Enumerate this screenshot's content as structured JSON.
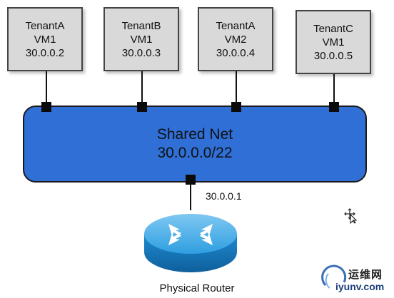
{
  "vms": [
    {
      "tenant": "TenantA",
      "vm": "VM1",
      "ip": "30.0.0.2"
    },
    {
      "tenant": "TenantB",
      "vm": "VM1",
      "ip": "30.0.0.3"
    },
    {
      "tenant": "TenantA",
      "vm": "VM2",
      "ip": "30.0.0.4"
    },
    {
      "tenant": "TenantC",
      "vm": "VM1",
      "ip": "30.0.0.5"
    }
  ],
  "network": {
    "name": "Shared Net",
    "cidr": "30.0.0.0/22",
    "color": "#2f6fd6"
  },
  "gateway": {
    "ip": "30.0.0.1"
  },
  "router": {
    "caption": "Physical Router",
    "color": "#1f8fd6"
  },
  "watermark": {
    "brand_cn": "运维网",
    "site": "iyunv.com"
  },
  "icons": [
    "router-icon",
    "move-cursor-icon",
    "watermark-logo-icon"
  ]
}
